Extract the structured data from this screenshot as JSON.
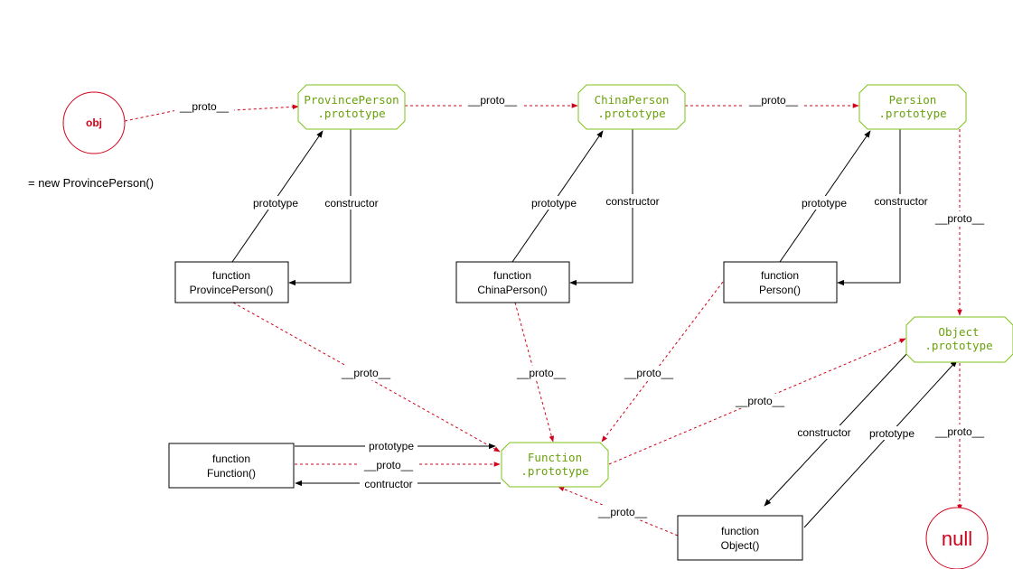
{
  "colors": {
    "proto_edge": "#d0021b",
    "plain_edge": "#000000",
    "prototype_node_border": "#7fc21b",
    "prototype_node_text": "#6aa10d",
    "circle": "#d0021b"
  },
  "nodes": {
    "obj": {
      "label": "obj"
    },
    "new_expr": {
      "label": "= new ProvincePerson()"
    },
    "pp_proto": {
      "line1": "ProvincePerson",
      "line2": ".prototype"
    },
    "cp_proto": {
      "line1": "ChinaPerson",
      "line2": ".prototype"
    },
    "pe_proto": {
      "line1": "Persion",
      "line2": ".prototype"
    },
    "obj_proto": {
      "line1": "Object",
      "line2": ".prototype"
    },
    "fn_proto": {
      "line1": "Function",
      "line2": ".prototype"
    },
    "pp_fn": {
      "line1": "function",
      "line2": "ProvincePerson()"
    },
    "cp_fn": {
      "line1": "function",
      "line2": "ChinaPerson()"
    },
    "pe_fn": {
      "line1": "function",
      "line2": "Person()"
    },
    "function_fn": {
      "line1": "function",
      "line2": "Function()"
    },
    "object_fn": {
      "line1": "function",
      "line2": "Object()"
    },
    "null": {
      "label": "null"
    }
  },
  "edge_labels": {
    "proto": "__proto__",
    "prototype": "prototype",
    "constructor": "constructor",
    "contructor": "contructor"
  }
}
